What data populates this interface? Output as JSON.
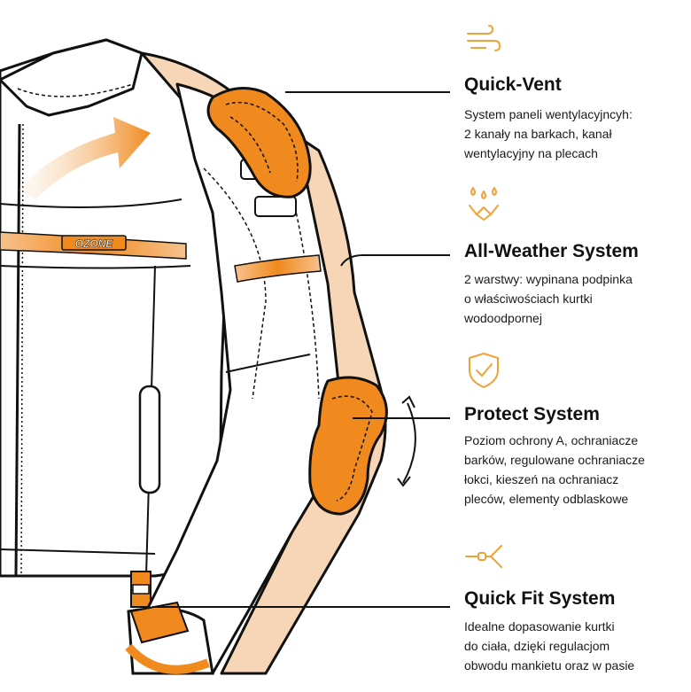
{
  "colors": {
    "accent": "#F08A1E",
    "accent_light": "#F7C28E",
    "tan": "#F6D6B6",
    "outline": "#111111",
    "icon": "#F0A237"
  },
  "jacket": {
    "logo_text": "OZONE"
  },
  "features": [
    {
      "icon": "wind-icon",
      "title": "Quick-Vent",
      "lines": [
        "System paneli wentylacyjncyh:",
        "2 kanały na barkach, kanał",
        "wentylacyjny na plecach"
      ]
    },
    {
      "icon": "weather-drops-icon",
      "title": "All-Weather System",
      "lines": [
        "2 warstwy: wypinana podpinka",
        "o właściwościach kurtki",
        "wodoodpornej"
      ]
    },
    {
      "icon": "shield-check-icon",
      "title": "Protect System",
      "lines": [
        "Poziom ochrony A, ochraniacze",
        "barków, regulowane ochraniacze",
        "łokci, kieszeń na ochraniacz",
        "pleców, elementy odblaskowe"
      ]
    },
    {
      "icon": "adjust-strap-icon",
      "title": "Quick Fit System",
      "lines": [
        "Idealne dopasowanie kurtki",
        "do ciała, dzięki regulacjom",
        "obwodu mankietu oraz w pasie"
      ]
    }
  ]
}
